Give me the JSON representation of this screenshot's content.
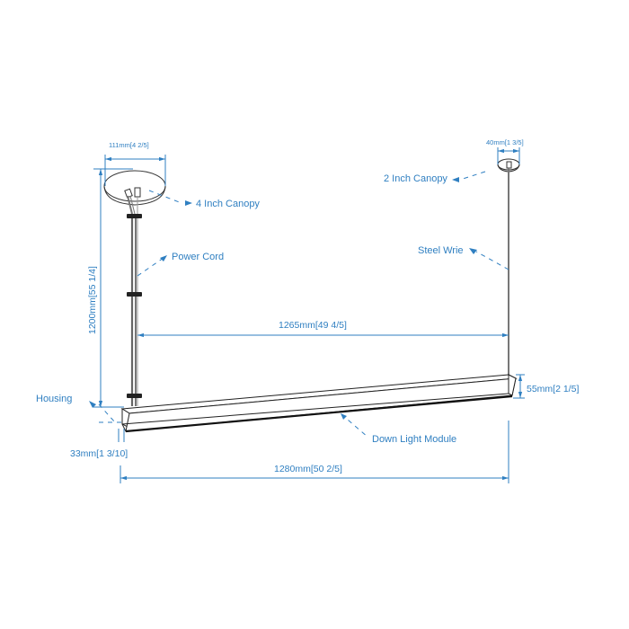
{
  "colors": {
    "annotation": "#2f7fc1",
    "outline": "#222222",
    "cord": "#888888"
  },
  "dimensions": {
    "canopy_large_width": "111mm[4  2/5]",
    "canopy_small_width": "40mm[1  3/5]",
    "overall_height": "1200mm[55  1/4]",
    "suspension_span": "1265mm[49  4/5]",
    "housing_height": "55mm[2  1/5]",
    "housing_depth": "33mm[1  3/10]",
    "overall_length": "1280mm[50  2/5]"
  },
  "callouts": {
    "large_canopy": "4 Inch Canopy",
    "small_canopy": "2 Inch Canopy",
    "power_cord": "Power Cord",
    "steel_wire": "Steel Wrie",
    "housing": "Housing",
    "down_light_module": "Down Light Module"
  }
}
